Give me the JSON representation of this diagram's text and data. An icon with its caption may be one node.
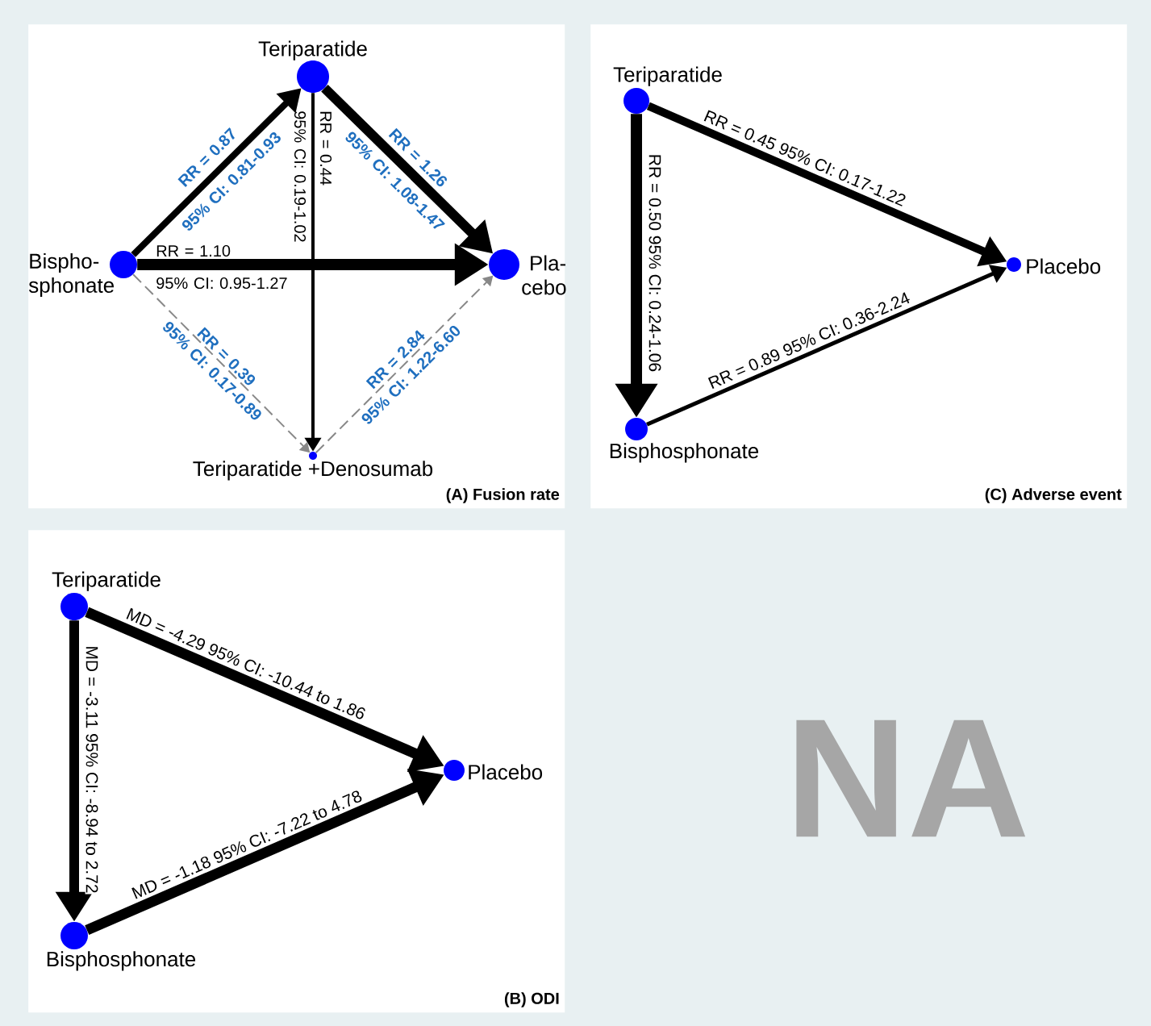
{
  "diagram": {
    "nodes": [
      {
        "text": [
          "(A) Fusion rate"
        ]
      },
      {
        "text": [
          "Teriparatide"
        ],
        "in": 0
      },
      {
        "text": [
          "Bispho- sphonate"
        ],
        "in": 0
      },
      {
        "text": [
          "Pla- cebo"
        ],
        "in": 0
      },
      {
        "text": [
          "Teriparatide +Denosumab"
        ],
        "in": 0
      },
      {
        "text": [
          "(C) Adverse event"
        ]
      },
      {
        "text": [
          "Teriparatide"
        ],
        "in": 5
      },
      {
        "text": [
          "Placebo"
        ],
        "in": 5
      },
      {
        "text": [
          "Bisphosphonate"
        ],
        "in": 5
      },
      {
        "text": [
          "(B) ODI"
        ]
      },
      {
        "text": [
          "Teriparatide"
        ],
        "in": 9
      },
      {
        "text": [
          "Placebo"
        ],
        "in": 9
      },
      {
        "text": [
          "Bisphosphonate"
        ],
        "in": 9
      }
    ],
    "edges": [
      {
        "from": 2,
        "to": 1,
        "arrow": "to",
        "label": "RR = 0.87 95% CI: 0.81-0.93"
      },
      {
        "from": 1,
        "to": 3,
        "arrow": "to",
        "label": "RR = 1.26 95% CI: 1.08-1.47"
      },
      {
        "from": 2,
        "to": 3,
        "arrow": "to",
        "label": "RR = 1.10 95% CI: 0.95-1.27"
      },
      {
        "from": 1,
        "to": 4,
        "arrow": "to",
        "label": "RR = 0.44 95% CI: 0.19-1.02"
      },
      {
        "from": 2,
        "to": 4,
        "arrow": "to",
        "label": "RR = 0.39 95% CI: 0.17-0.89",
        "style": "dashed",
        "color": "#888888"
      },
      {
        "from": 4,
        "to": 3,
        "arrow": "to",
        "label": "RR = 2.84 95% CI: 1.22-6.60",
        "style": "dashed",
        "color": "#888888"
      },
      {
        "from": 6,
        "to": 8,
        "arrow": "to",
        "label": "RR = 0.50 95% CI: 0.24-1.06"
      },
      {
        "from": 6,
        "to": 7,
        "arrow": "to",
        "label": "RR = 0.45 95% CI: 0.17-1.22"
      },
      {
        "from": 8,
        "to": 7,
        "arrow": "to",
        "label": "RR = 0.89 95% CI: 0.36-2.24"
      },
      {
        "from": 10,
        "to": 12,
        "arrow": "to",
        "label": "MD = -3.11 95% CI: -8.94 to 2.72"
      },
      {
        "from": 10,
        "to": 11,
        "arrow": "to",
        "label": "MD = -4.29 95% CI: -10.44 to 1.86"
      },
      {
        "from": 12,
        "to": 11,
        "arrow": "to",
        "label": "MD = -1.18 95% CI: -7.22 to 4.78"
      }
    ],
    "labels": [
      "NA"
    ]
  }
}
